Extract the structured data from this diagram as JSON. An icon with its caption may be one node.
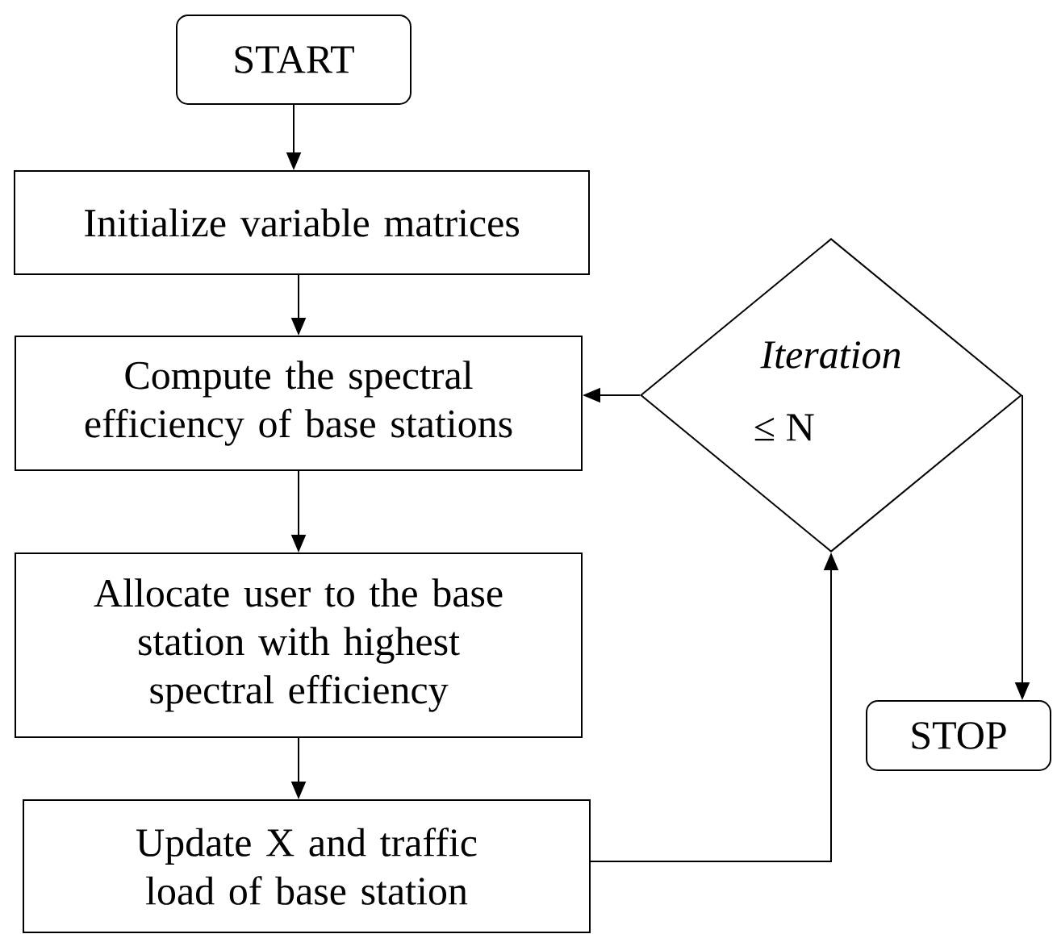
{
  "diagram": {
    "nodes": [
      {
        "text": [
          "START"
        ]
      },
      {
        "text": [
          "Initialize variable matrices"
        ]
      },
      {
        "text": [
          "Compute the spectral efficiency of base stations"
        ]
      },
      {
        "text": [
          "Allocate user to the base station with highest spectral efficiency"
        ]
      },
      {
        "text": [
          "Update X and traffic load of base station"
        ]
      },
      {
        "text": [
          "Iteration",
          "≤ N"
        ]
      },
      {
        "text": [
          "STOP"
        ]
      }
    ],
    "edges": [
      {
        "from": 0,
        "to": 1,
        "arrow": "to"
      },
      {
        "from": 1,
        "to": 2,
        "arrow": "to"
      },
      {
        "from": 2,
        "to": 3,
        "arrow": "to"
      },
      {
        "from": 3,
        "to": 4,
        "arrow": "to"
      },
      {
        "from": 4,
        "to": 5,
        "arrow": "to"
      },
      {
        "from": 5,
        "to": 2,
        "arrow": "to"
      },
      {
        "from": 5,
        "to": 6,
        "arrow": "to"
      }
    ]
  }
}
